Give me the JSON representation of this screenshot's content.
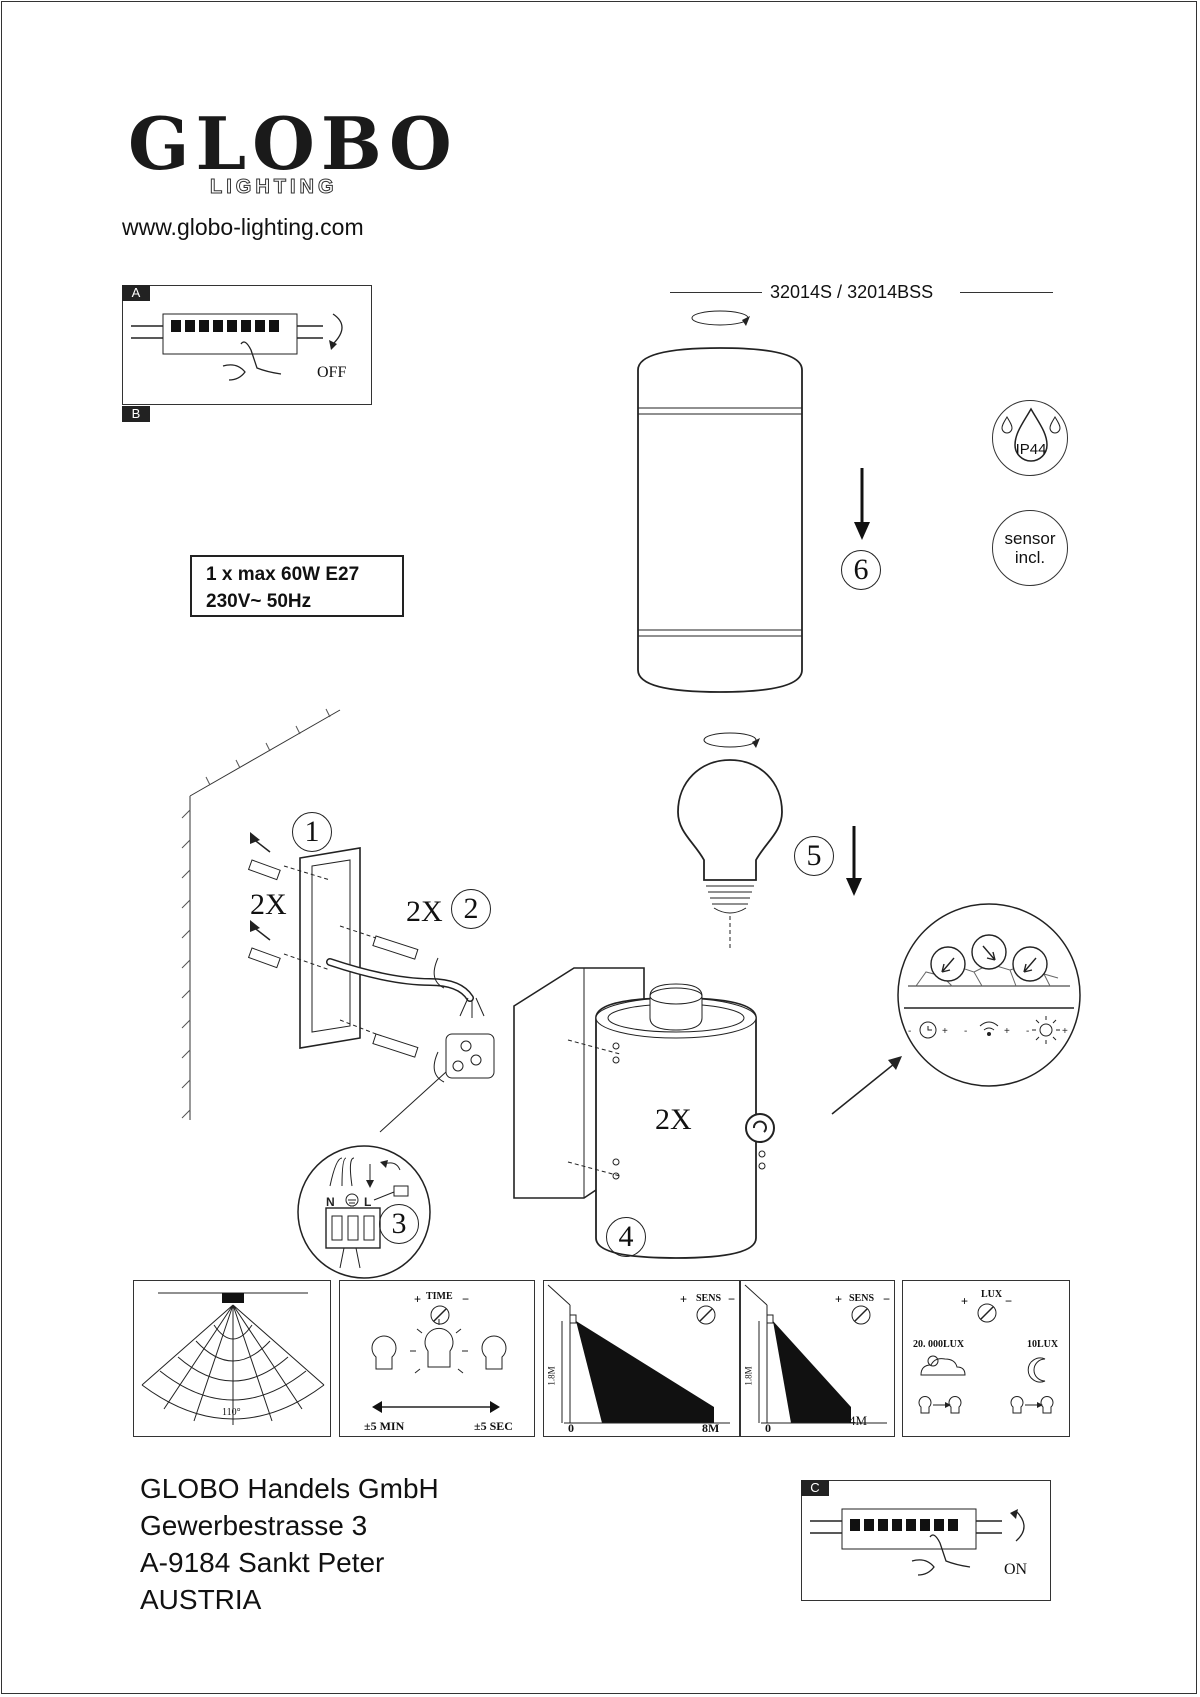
{
  "brand": {
    "logo": "GLOBO",
    "logo_sub": "LIGHTING",
    "website": "www.globo-lighting.com"
  },
  "model": {
    "numbers": "32014S / 32014BSS"
  },
  "specs": {
    "line1": "1 x max 60W E27",
    "line2": "230V~ 50Hz"
  },
  "badges": {
    "ip": "IP44",
    "sensor": "sensor incl."
  },
  "panels": {
    "a": {
      "tag_top": "A",
      "tag_bottom": "B",
      "action": "OFF"
    },
    "c": {
      "tag_top": "C",
      "action": "ON"
    }
  },
  "steps": {
    "s1": "1",
    "s2": "2",
    "s3": "3",
    "s4": "4",
    "s5": "5",
    "s6": "6"
  },
  "multipliers": {
    "plugs": "2X",
    "screws": "2X",
    "nuts": "2X"
  },
  "terminal": {
    "neutral": "N",
    "live": "L"
  },
  "sensor_strip": {
    "range": {
      "angle": "110°"
    },
    "time": {
      "label": "TIME",
      "min": "±5 MIN",
      "max": "±5 SEC"
    },
    "sens_far": {
      "label": "SENS",
      "height": "1.8M",
      "zero": "0",
      "distance": "8M"
    },
    "sens_near": {
      "label": "SENS",
      "height": "1.8M",
      "zero": "0",
      "distance": "4M"
    },
    "lux": {
      "label": "LUX",
      "day": "20. 000LUX",
      "night": "10LUX"
    }
  },
  "address": {
    "company": "GLOBO Handels GmbH",
    "street": "Gewerbestrasse 3",
    "city": "A-9184 Sankt Peter",
    "country": "AUSTRIA"
  }
}
